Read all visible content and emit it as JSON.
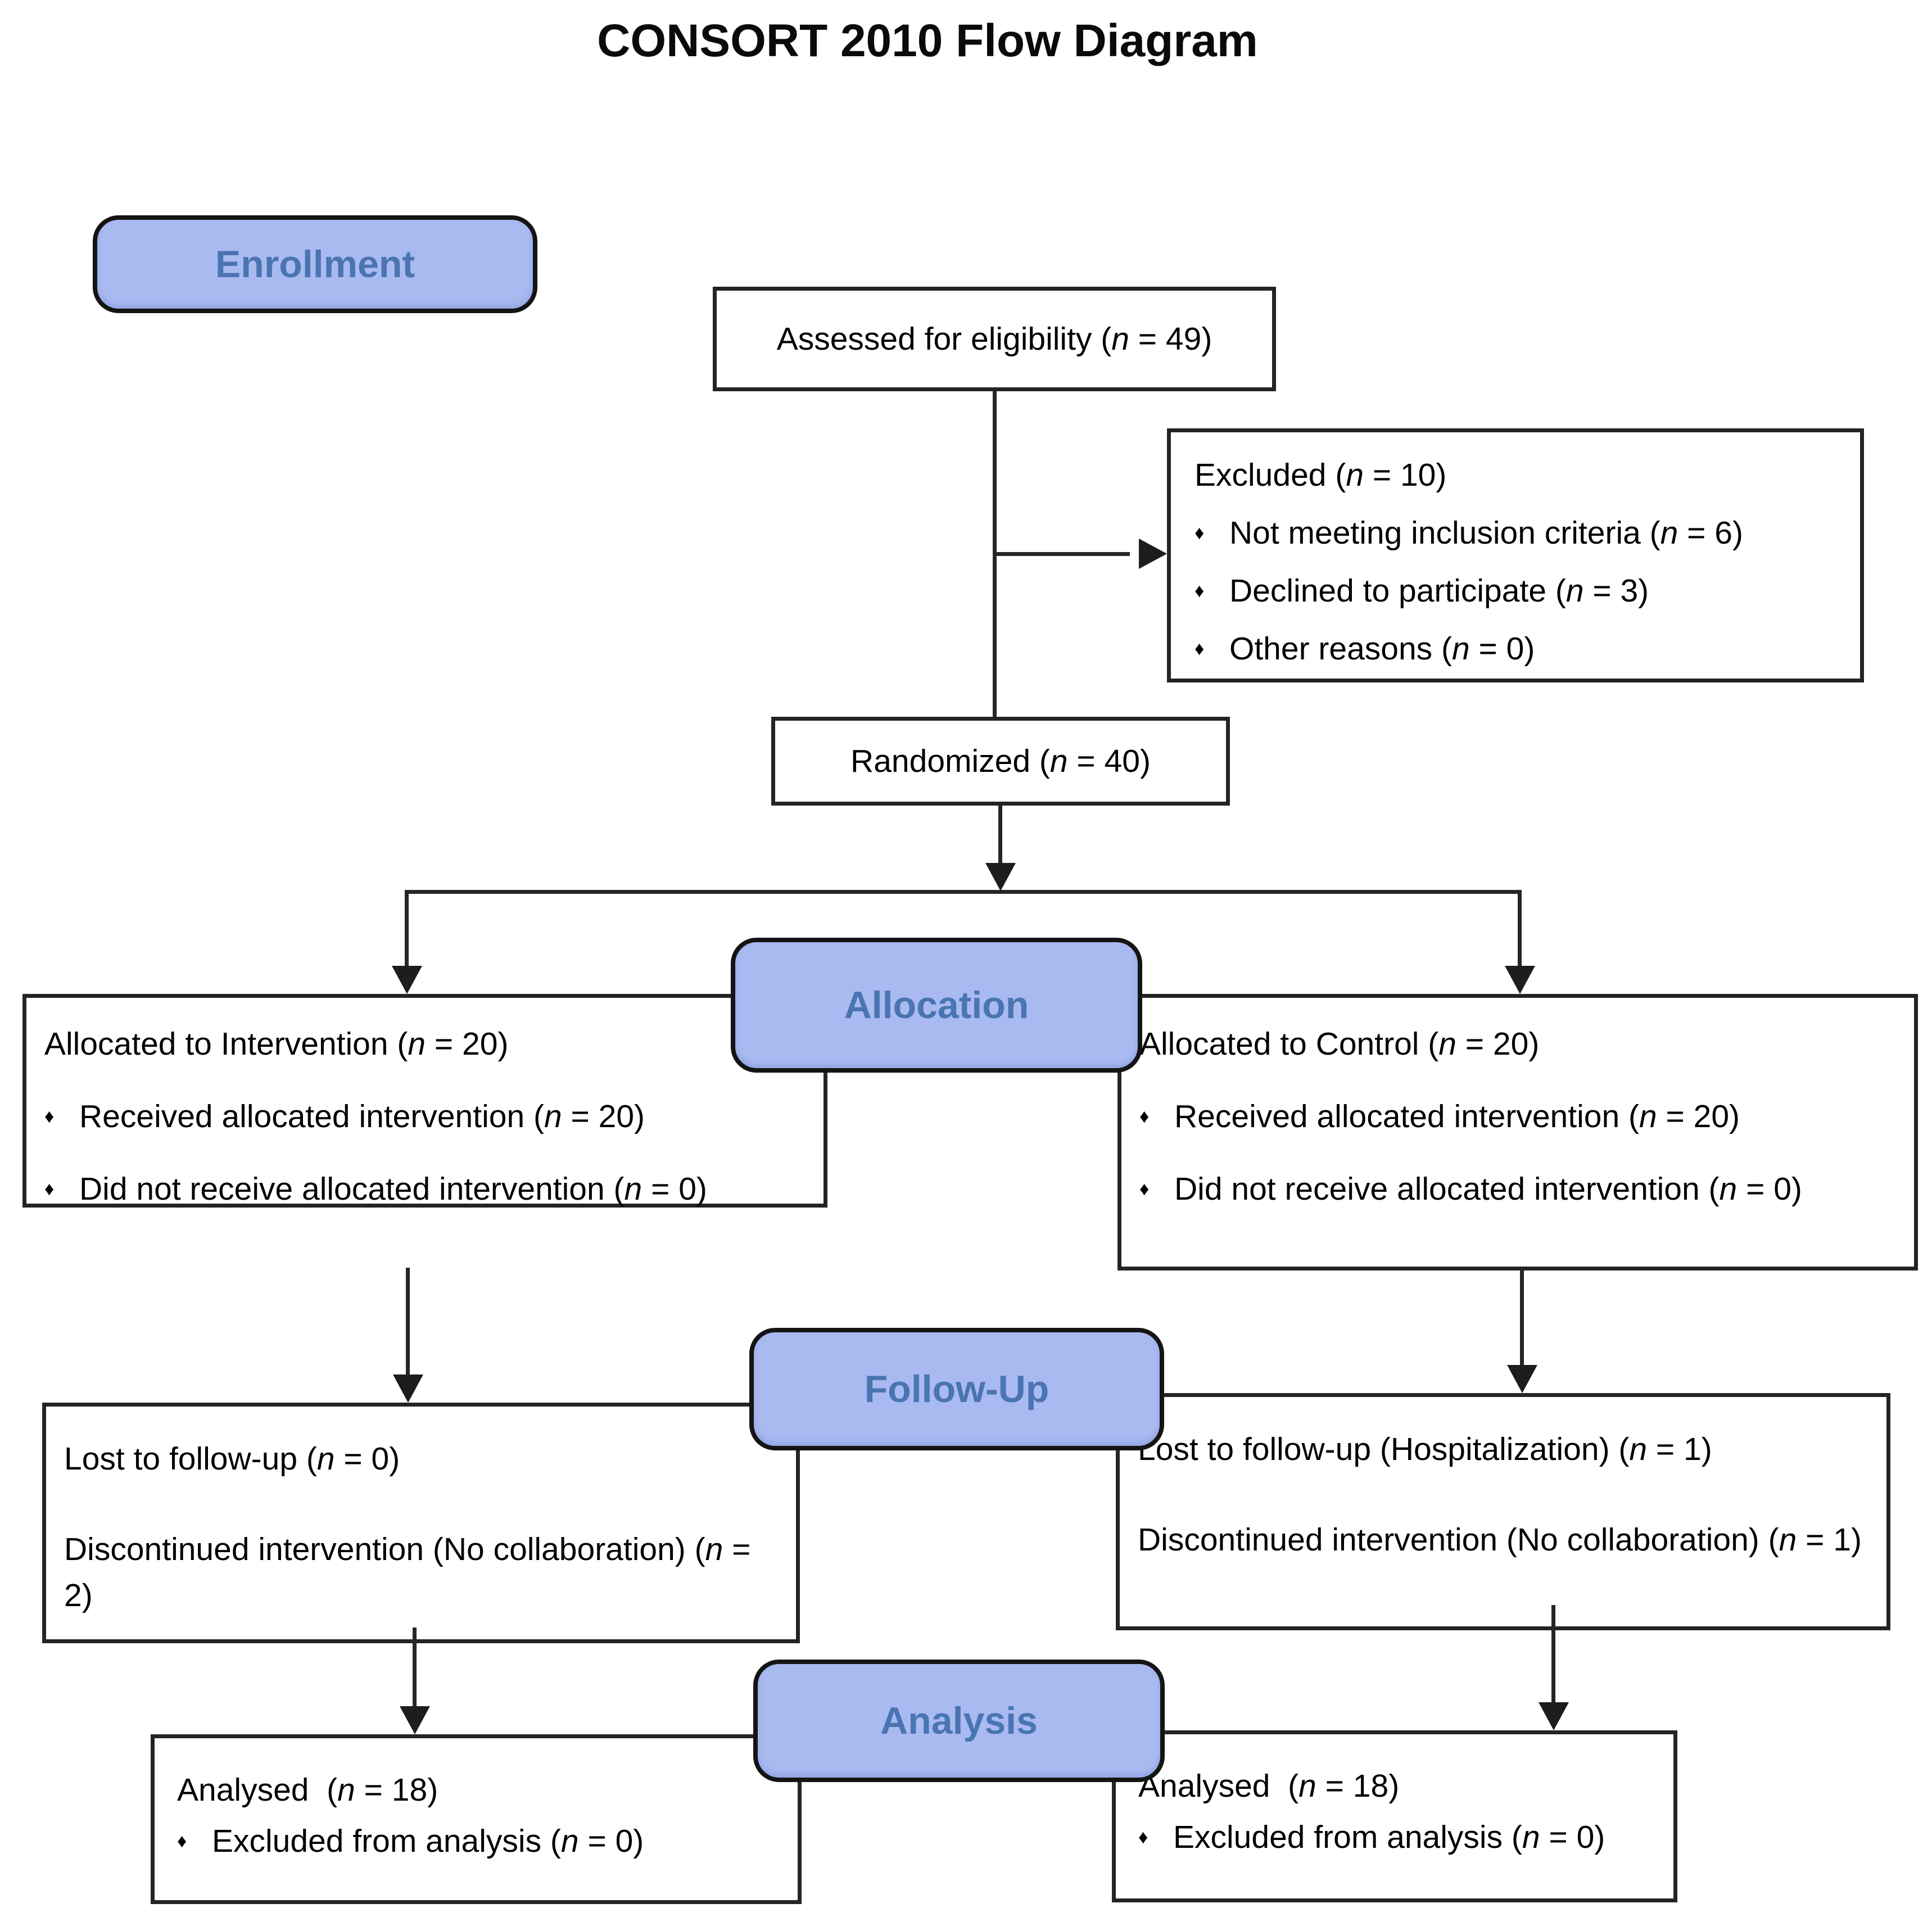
{
  "title": "CONSORT 2010 Flow Diagram",
  "stages": {
    "enrollment": "Enrollment",
    "allocation": "Allocation",
    "follow_up": "Follow-Up",
    "analysis": "Analysis"
  },
  "bullet_glyph": "♦",
  "boxes": {
    "assessed": {
      "text": "Assessed for eligibility (n = 49)"
    },
    "excluded": {
      "heading": "Excluded (n = 10)",
      "bullets": [
        "Not meeting inclusion criteria (n = 6)",
        "Declined to participate (n = 3)",
        "Other reasons (n = 0)"
      ]
    },
    "randomized": {
      "text": "Randomized (n = 40)"
    },
    "allocation_intervention": {
      "heading": "Allocated to Intervention (n = 20)",
      "bullets": [
        "Received allocated intervention (n = 20)",
        "Did not receive allocated intervention (n = 0)"
      ]
    },
    "allocation_control": {
      "heading": "Allocated to Control (n = 20)",
      "bullets": [
        "Received allocated intervention (n = 20)",
        "Did not receive allocated intervention (n = 0)"
      ]
    },
    "followup_intervention": {
      "line1": "Lost to follow-up (n = 0)",
      "line2": "Discontinued intervention (No collaboration) (n = 2)"
    },
    "followup_control": {
      "line1": "Lost to follow-up (Hospitalization) (n = 1)",
      "line2": "Discontinued intervention (No collaboration) (n = 1)"
    },
    "analysis_intervention": {
      "heading": "Analysed  (n = 18)",
      "bullets": [
        "Excluded from analysis (n = 0)"
      ]
    },
    "analysis_control": {
      "heading": "Analysed  (n = 18)",
      "bullets": [
        "Excluded from analysis (n = 0)"
      ]
    }
  },
  "colors": {
    "stage_fill": "#a9baf1",
    "stage_text": "#4a74b2",
    "box_border": "#242424",
    "line": "#262626",
    "background": "#ffffff",
    "text": "#000000"
  }
}
